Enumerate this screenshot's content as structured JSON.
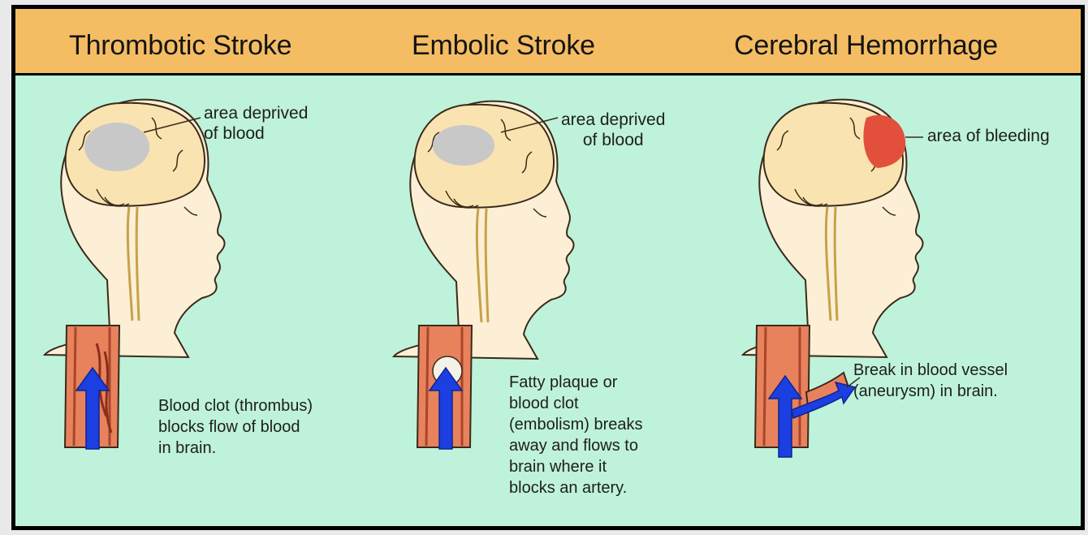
{
  "colors": {
    "header_bg": "#f4bd63",
    "panel_bg": "#bff2db",
    "skin": "#fcefd6",
    "brain": "#f9e3b0",
    "deprived_area": "#c8c8c8",
    "bleeding_area": "#e2503b",
    "vessel": "#e8825d",
    "flow_arrow": "#1b3fe0"
  },
  "header": {
    "titles": [
      "Thrombotic Stroke",
      "Embolic Stroke",
      "Cerebral  Hemorrhage"
    ]
  },
  "panels": [
    {
      "area_label": "area deprived\nof blood",
      "caption": "Blood clot (thrombus)\nblocks flow of blood\nin brain."
    },
    {
      "area_label": "area deprived\nof blood",
      "caption": "Fatty plaque or\nblood clot\n(embolism) breaks\naway and flows to\nbrain where it\nblocks an artery."
    },
    {
      "area_label": "area of bleeding",
      "caption": "Break in blood vessel\n(aneurysm) in brain."
    }
  ]
}
